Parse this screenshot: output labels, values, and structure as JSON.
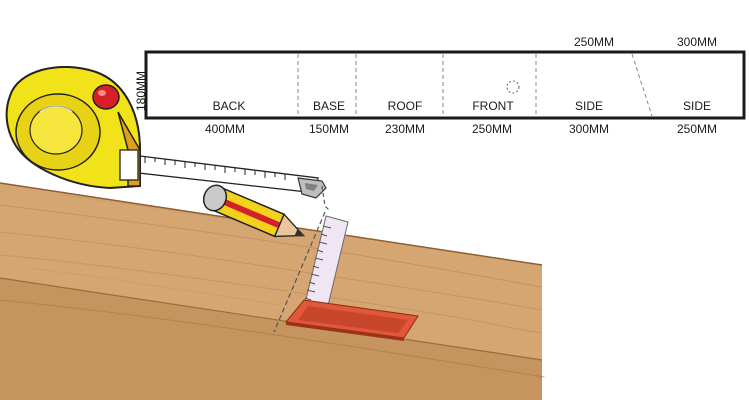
{
  "plan": {
    "height_label": "180MM",
    "top_labels": [
      "250MM",
      "300MM"
    ],
    "panels": [
      {
        "name": "BACK",
        "width": "400MM"
      },
      {
        "name": "BASE",
        "width": "150MM"
      },
      {
        "name": "ROOF",
        "width": "230MM"
      },
      {
        "name": "FRONT",
        "width": "250MM"
      },
      {
        "name": "SIDE",
        "width": "300MM"
      },
      {
        "name": "SIDE",
        "width": "250MM"
      }
    ]
  },
  "colors": {
    "tape_body": "#f2e21a",
    "tape_button": "#d81e27",
    "wood_top": "#d5a572",
    "wood_edge": "#b88650",
    "pencil_body": "#f3d21c",
    "pencil_stripe": "#d4202a",
    "square_blade": "#f0e6f3",
    "square_handle": "#e0573a",
    "plan_border": "#1a1a1a"
  },
  "illustration": {
    "items": [
      "tape-measure-icon",
      "pencil-icon",
      "carpenter-square-icon",
      "wood-plank"
    ]
  }
}
